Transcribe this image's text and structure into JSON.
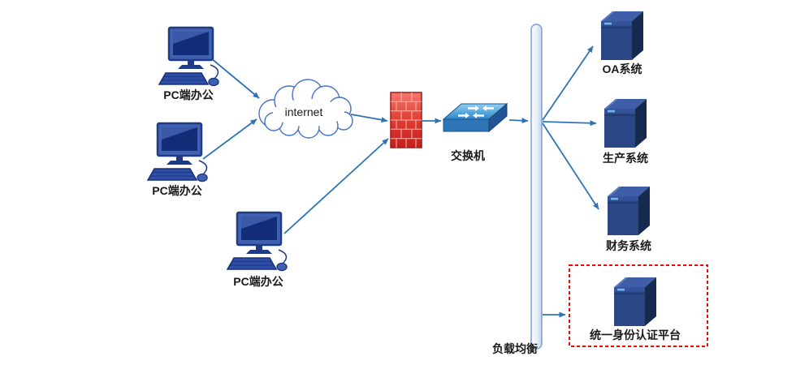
{
  "diagram": {
    "type": "network-topology",
    "nodes": {
      "pc_top": {
        "label": "PC端办公",
        "icon": "desktop-pc-icon"
      },
      "pc_middle": {
        "label": "PC端办公",
        "icon": "desktop-pc-icon"
      },
      "pc_bottom": {
        "label": "PC端办公",
        "icon": "desktop-pc-icon"
      },
      "internet": {
        "label": "internet",
        "icon": "cloud-icon"
      },
      "firewall": {
        "icon": "firewall-brick-icon"
      },
      "switch": {
        "label": "交换机",
        "icon": "network-switch-icon"
      },
      "load_balancer": {
        "label": "负载均衡",
        "icon": "load-balancer-bar-icon"
      },
      "server_oa": {
        "label": "OA系统",
        "icon": "server-tower-icon"
      },
      "server_production": {
        "label": "生产系统",
        "icon": "server-tower-icon"
      },
      "server_finance": {
        "label": "财务系统",
        "icon": "server-tower-icon"
      },
      "server_identity": {
        "label": "统一身份认证平台",
        "icon": "server-tower-icon",
        "highlight": "red-dashed-box"
      }
    },
    "colors": {
      "connector_blue": "#2E74B5",
      "pc_blue": "#4061B0",
      "firewall_red": "#E03C31",
      "switch_blue": "#2E75B6",
      "server_navy": "#2A4685",
      "highlight_red": "#FF0000",
      "cloud_outline": "#4472C4"
    }
  }
}
